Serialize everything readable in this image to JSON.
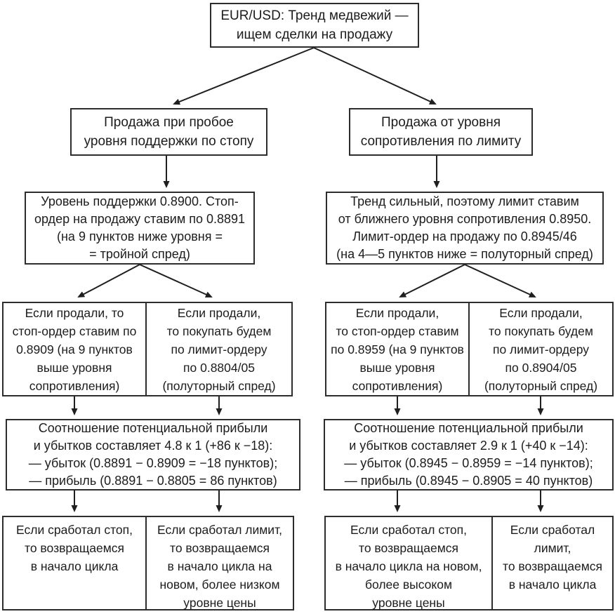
{
  "flowchart": {
    "root": "EUR/USD: Тренд медвежий —\nищем сделки на продажу",
    "left": {
      "strategy": "Продажа при пробое\nуровня поддержки по стопу",
      "setup": "Уровень поддержки 0.8900. Стоп-\nордер на продажу ставим по 0.8891\n(на 9 пунктов ниже уровня =\n= тройной спред)",
      "outcome_stop": "Если продали, то\nстоп-ордер ставим по\n0.8909 (на 9 пунктов\nвыше уровня\nсопротивления)",
      "outcome_limit": "Если продали,\nто покупать будем\nпо лимит-ордеру\nпо 0.8804/05\n(полуторный спред)",
      "ratio": "Соотношение потенциальной прибыли\nи убытков составляет 4.8 к 1 (+86 к −18):\n— убыток (0.8891 − 0.8909 = −18 пунктов);\n— прибыль (0.8891 − 0.8805 = 86 пунктов)",
      "result_stop": "Если сработал стоп,\nто возвращаемся\nв начало цикла",
      "result_limit": "Если сработал лимит,\nто возвращаемся\nв начало цикла на\nновом, более низком\nуровне цены"
    },
    "right": {
      "strategy": "Продажа от уровня\nсопротивления по лимиту",
      "setup": "Тренд сильный, поэтому лимит ставим\nот ближнего уровня сопротивления 0.8950.\nЛимит-ордер на продажу по 0.8945/46\n(на 4—5 пунктов ниже = полуторный спред)",
      "outcome_stop": "Если продали,\nто стоп-ордер ставим\nпо 0.8959 (на 9 пунктов\nвыше уровня\nсопротивления)",
      "outcome_limit": "Если продали,\nто покупать будем\nпо лимит-ордеру\nпо 0.8904/05\n(полуторный спред)",
      "ratio": "Соотношение потенциальной прибыли\nи убытков составляет 2.9 к 1 (+40 к −14):\n— убыток (0.8945 − 0.8959 = −14 пунктов);\n— прибыль (0.8945 − 0.8905 = 40 пунктов)",
      "result_stop": "Если сработал стоп,\nто возвращаемся\nв начало цикла на новом,\nболее высоком\nуровне цены",
      "result_limit": "Если сработал\nлимит,\nто возвращаемся\nв начало цикла"
    }
  },
  "colors": {
    "background": "#ffffff",
    "box_border": "#2d2d2d",
    "text": "#1c1c1c",
    "arrow": "#1f1f1f"
  }
}
